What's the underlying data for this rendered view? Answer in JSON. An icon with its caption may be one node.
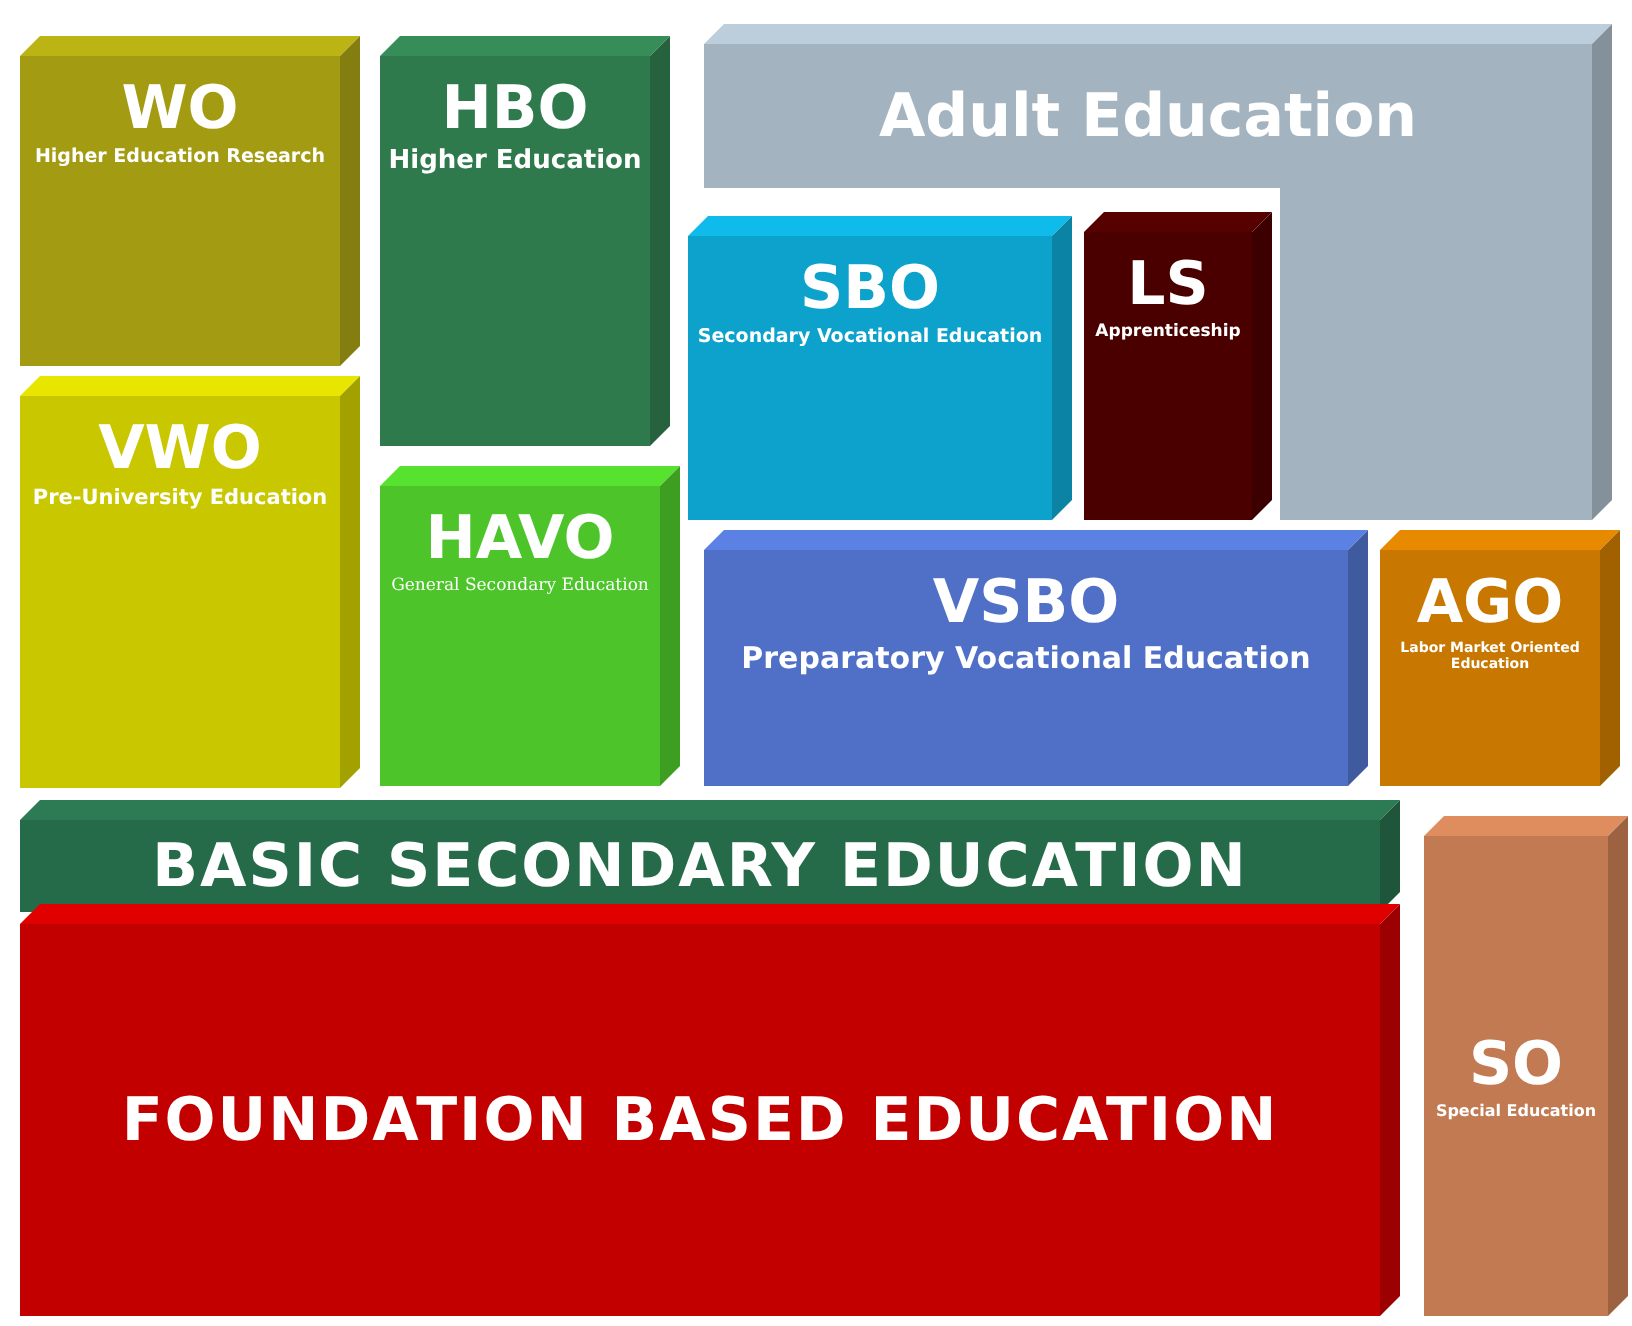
{
  "diagram": {
    "nodes": [
      {
        "text": [
          "WO",
          "Higher Education Research"
        ]
      },
      {
        "text": [
          "HBO",
          "Higher Education"
        ]
      },
      {
        "text": [
          "Adult Education"
        ]
      },
      {
        "text": [
          "SBO",
          "Secondary Vocational Education"
        ]
      },
      {
        "text": [
          "LS",
          "Apprenticeship"
        ]
      },
      {
        "text": [
          "VWO",
          "Pre-University Education"
        ]
      },
      {
        "text": [
          "HAVO",
          "General Secondary Education"
        ]
      },
      {
        "text": [
          "VSBO",
          "Preparatory Vocational Education"
        ]
      },
      {
        "text": [
          "AGO",
          "Labor Market Oriented Education"
        ]
      },
      {
        "text": [
          "BASIC SECONDARY  EDUCATION"
        ]
      },
      {
        "text": [
          "FOUNDATION  BASED EDUCATION"
        ]
      },
      {
        "text": [
          "SO",
          "Special Education"
        ]
      }
    ]
  }
}
